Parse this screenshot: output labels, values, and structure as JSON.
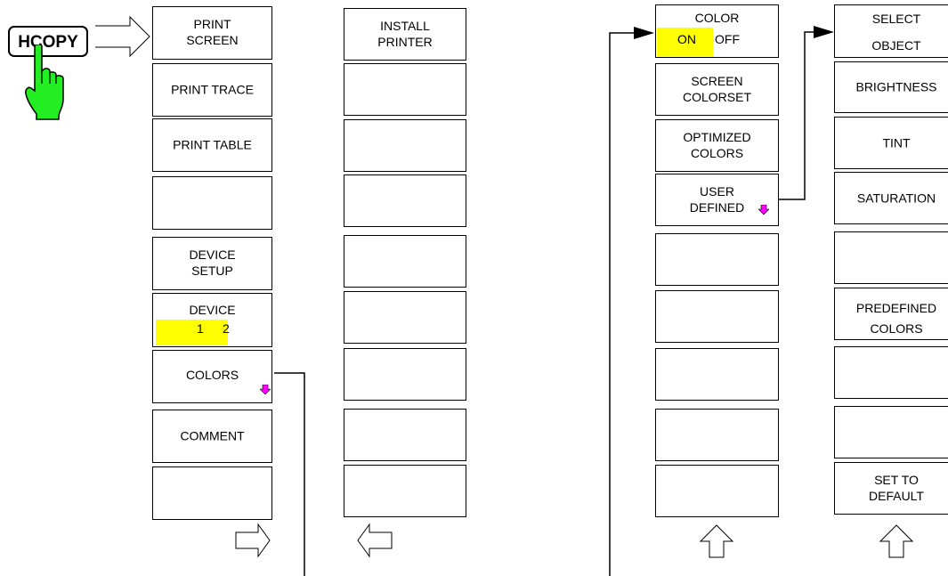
{
  "hardkey": {
    "label": "HCOPY",
    "icon": "finger-press-icon"
  },
  "colors": {
    "highlight": "#ffff00",
    "more_arrow": "#ff00ff",
    "finger": "#22ee22"
  },
  "menu1": {
    "print_screen": [
      "PRINT",
      "SCREEN"
    ],
    "print_trace": "PRINT TRACE",
    "print_table": "PRINT TABLE",
    "device_setup": [
      "DEVICE",
      "SETUP"
    ],
    "device": {
      "label": "DEVICE",
      "opt1": "1",
      "opt2": "2"
    },
    "colors": "COLORS",
    "comment": "COMMENT"
  },
  "menu2": {
    "install_printer": [
      "INSTALL",
      "PRINTER"
    ]
  },
  "menu3": {
    "color": {
      "label": "COLOR",
      "on": "ON",
      "off": "OFF"
    },
    "screen_colorset": [
      "SCREEN",
      "COLORSET"
    ],
    "optimized_colors": [
      "OPTIMIZED",
      "COLORS"
    ],
    "user_defined": [
      "USER",
      "DEFINED"
    ]
  },
  "menu4": {
    "select_object": [
      "SELECT",
      "OBJECT"
    ],
    "brightness": "BRIGHTNESS",
    "tint": "TINT",
    "saturation": "SATURATION",
    "predefined_colors": [
      "PREDEFINED",
      "COLORS"
    ],
    "set_to_default": [
      "SET TO",
      "DEFAULT"
    ]
  }
}
